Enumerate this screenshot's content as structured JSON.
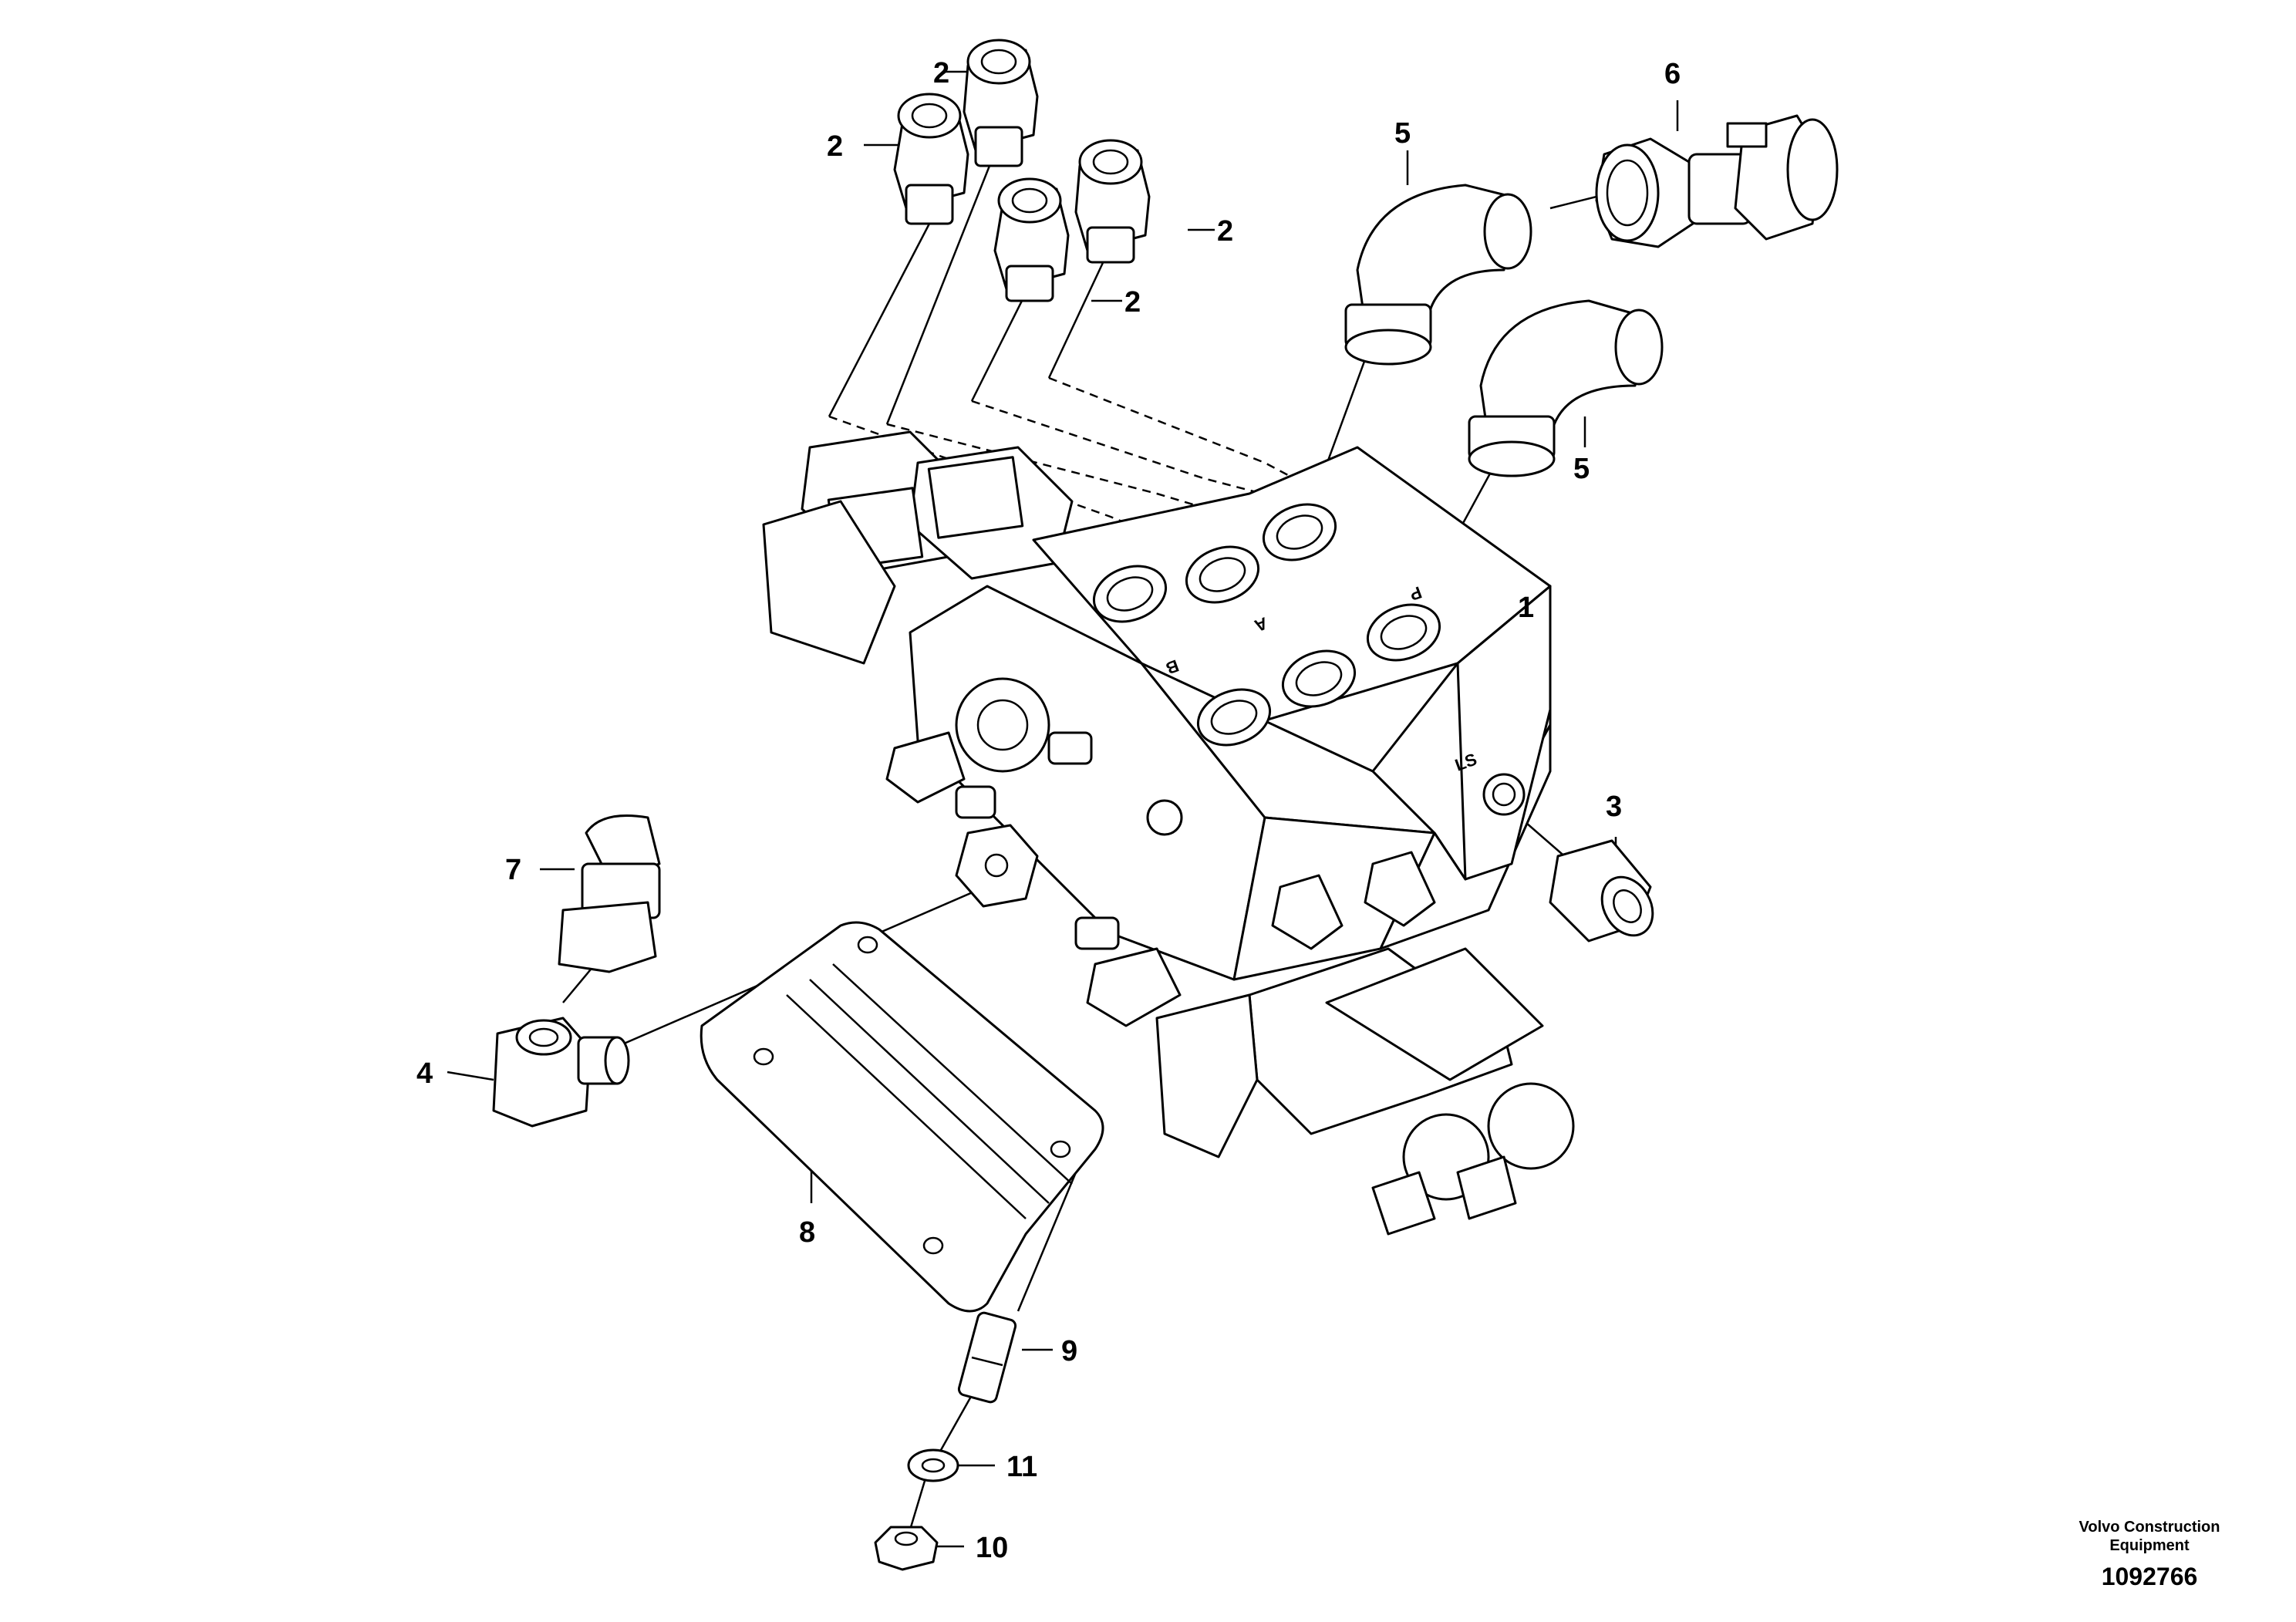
{
  "callouts": {
    "c1": "1",
    "c2a": "2",
    "c2b": "2",
    "c2c": "2",
    "c2d": "2",
    "c3": "3",
    "c4": "4",
    "c5a": "5",
    "c5b": "5",
    "c6": "6",
    "c7": "7",
    "c8": "8",
    "c9": "9",
    "c10": "10",
    "c11": "11"
  },
  "port_labels": {
    "ls": "LS",
    "p": "P",
    "a": "A",
    "b": "B"
  },
  "footer": {
    "brand_line1": "Volvo Construction",
    "brand_line2": "Equipment",
    "drawing_number": "1092766"
  }
}
